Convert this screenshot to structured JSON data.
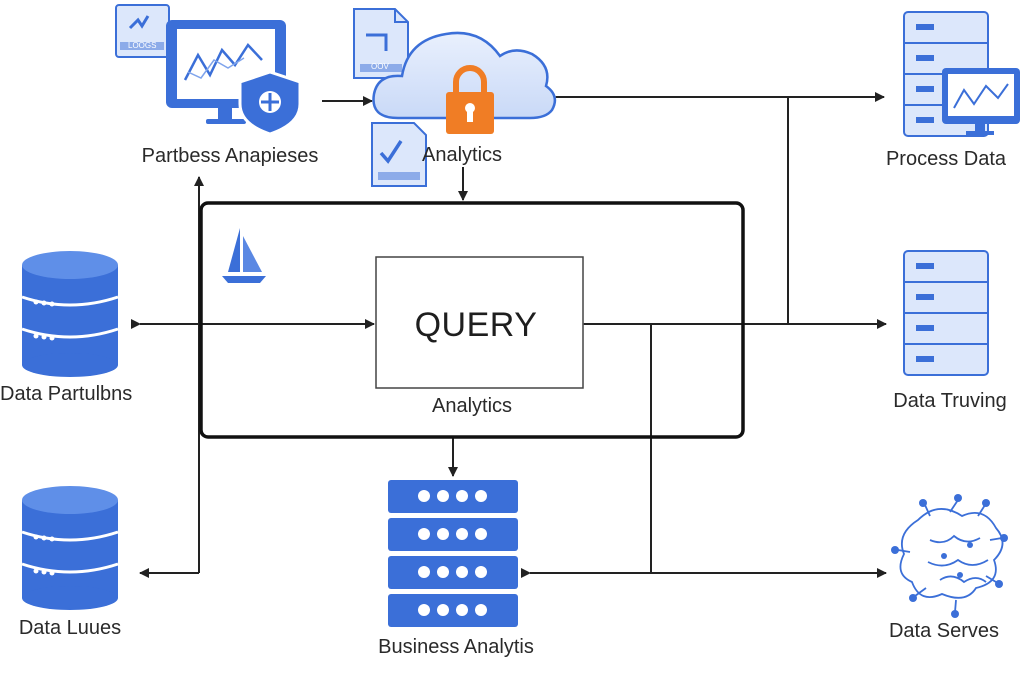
{
  "diagram": {
    "query_box": {
      "title": "QUERY",
      "caption": "Analytics"
    },
    "nodes": {
      "top_left": "Partbess Anapieses",
      "top_center": "Analytics",
      "top_right": "Process Data",
      "mid_left": "Data Partulbns",
      "mid_right": "Data Truving",
      "bottom_left": "Data Luues",
      "bottom_center": "Business Analytis",
      "bottom_right": "Data Serves"
    },
    "icon_texts": {
      "doc_small_1": "LOOGS",
      "doc_small_2": "OOV"
    },
    "colors": {
      "accent_blue": "#3b6fd8",
      "light_blue": "#dce7fb",
      "lock_orange": "#f07d25",
      "line": "#222222"
    }
  }
}
